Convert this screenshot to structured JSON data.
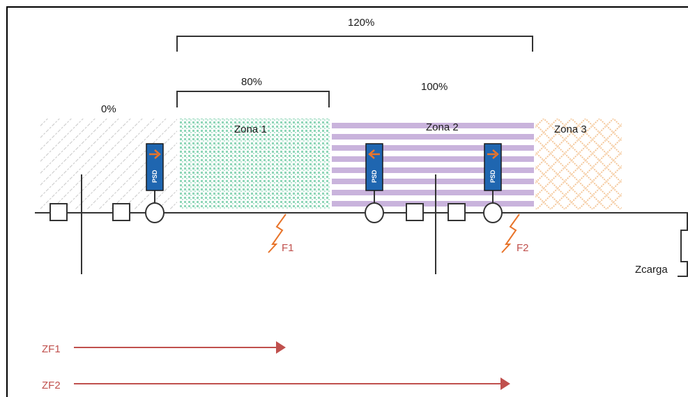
{
  "percentages": {
    "p0": "0%",
    "p80": "80%",
    "p100": "100%",
    "p120": "120%"
  },
  "zones": {
    "zone1": "Zona 1",
    "zone2": "Zona 2",
    "zone3": "Zona 3"
  },
  "relays": {
    "relay1": "PSD",
    "relay2": "PSD",
    "relay3": "PSD"
  },
  "faults": {
    "f1": "F1",
    "f2": "F2"
  },
  "load": {
    "label": "Zcarga"
  },
  "reach": {
    "zf1": "ZF1",
    "zf2": "ZF2"
  },
  "colors": {
    "zone0_hatch": "#c8c8c8",
    "zone1_dots": "#8fd6b8",
    "zone2_stripes": "#c9b3dc",
    "zone3_lattice": "#f4c79a",
    "relay_box": "#1f66b0",
    "relay_arrow": "#e8742a",
    "fault": "#e8742a",
    "reach_arrow": "#c0504d",
    "line": "#000000"
  }
}
